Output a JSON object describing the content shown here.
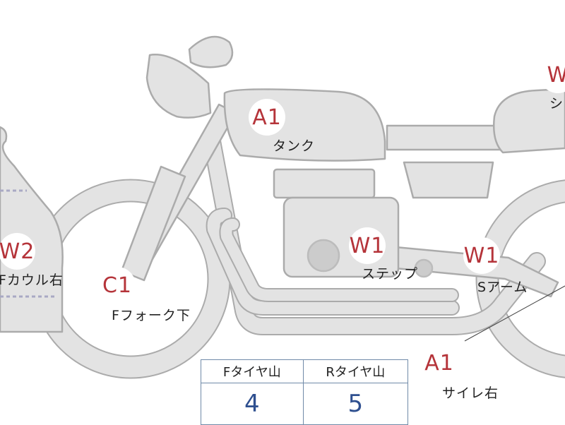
{
  "markers": {
    "tank": {
      "code": "A1",
      "label": "タンク"
    },
    "seat": {
      "code": "W",
      "label": "シ"
    },
    "f_cowl_right": {
      "code": "W2",
      "label": "Fカウル右"
    },
    "f_fork_lower": {
      "code": "C1",
      "label": "Fフォーク下"
    },
    "step": {
      "code": "W1",
      "label": "ステップ"
    },
    "swing_arm": {
      "code": "W1",
      "label": "Sアーム"
    },
    "muffler_right": {
      "code": "A1",
      "label": "サイレ右"
    }
  },
  "tire_table": {
    "headers": [
      "Fタイヤ山",
      "Rタイヤ山"
    ],
    "values": [
      "4",
      "5"
    ]
  },
  "colors": {
    "body_fill": "#e3e3e3",
    "body_stroke": "#ababab",
    "marker_text": "#b5343a",
    "table_value": "#2e4f8f",
    "table_border": "#6f8aa8"
  }
}
